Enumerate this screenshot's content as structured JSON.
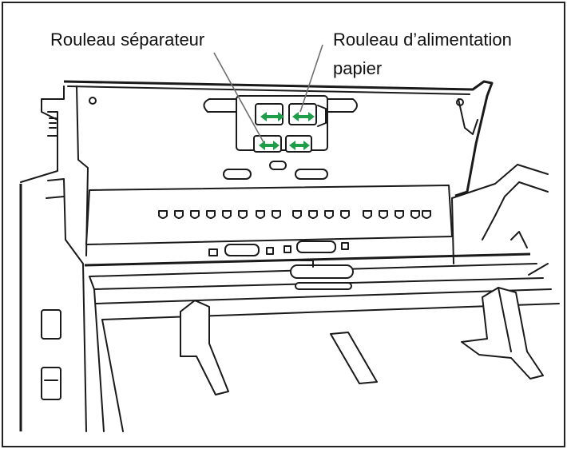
{
  "labels": {
    "separator_roller": "Rouleau séparateur",
    "feed_roller_line1": "Rouleau d’alimentation",
    "feed_roller_line2": "papier"
  },
  "colors": {
    "arrow": "#1f9e4a",
    "line": "#1a1a1a",
    "leader": "#6e6e6e",
    "border": "#222222"
  }
}
